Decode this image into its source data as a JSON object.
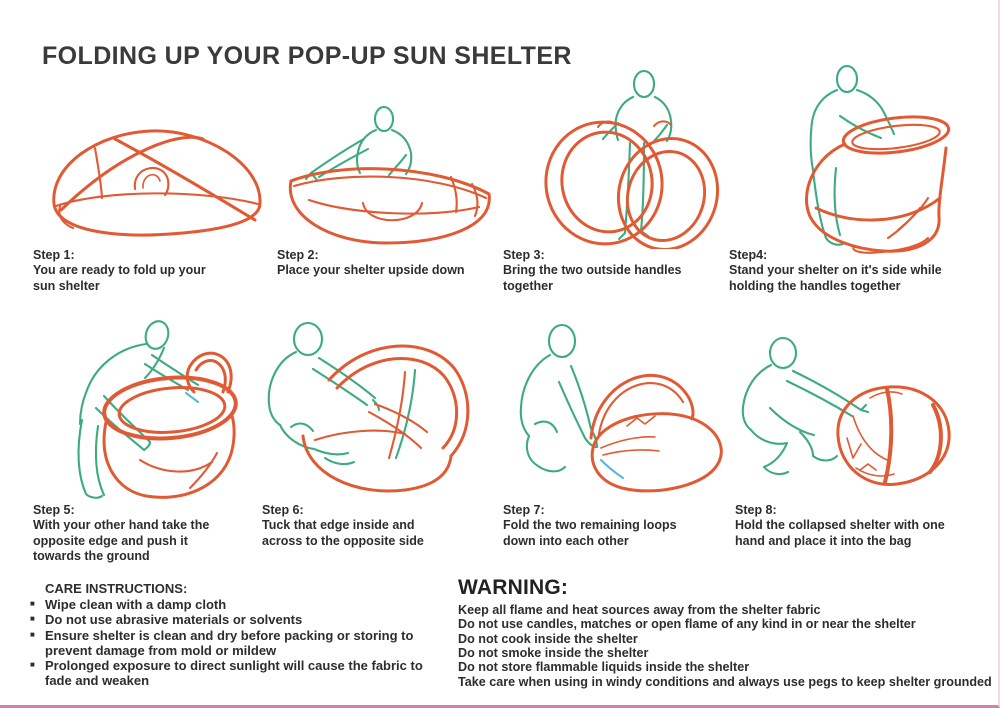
{
  "page": {
    "title": "FOLDING UP YOUR POP-UP SUN SHELTER",
    "colors": {
      "shelter": "#e05a33",
      "person": "#3cab80",
      "blue": "#58b9d6",
      "text": "#2d2d2d",
      "title": "#3a3a3a",
      "border": "#cf82ae",
      "border_light": "#f2d9e8"
    }
  },
  "steps": [
    {
      "label": "Step 1:",
      "text": "You are ready to fold up your sun shelter"
    },
    {
      "label": "Step 2:",
      "text": "Place your shelter upside down"
    },
    {
      "label": "Step 3:",
      "text": "Bring the two outside handles together"
    },
    {
      "label": "Step4:",
      "text": "Stand your shelter on it's side while holding the handles together"
    },
    {
      "label": "Step 5:",
      "text": "With your other hand take the opposite edge and push it towards the ground"
    },
    {
      "label": "Step 6:",
      "text": "Tuck that edge inside and across to the opposite side"
    },
    {
      "label": "Step 7:",
      "text": "Fold the two remaining loops down into each other"
    },
    {
      "label": "Step 8:",
      "text": "Hold the collapsed shelter with one hand and place it into the bag"
    }
  ],
  "care": {
    "title": "CARE INSTRUCTIONS:",
    "items": [
      "Wipe clean with a damp cloth",
      "Do not use abrasive materials or solvents",
      "Ensure shelter is clean and dry before packing or storing to prevent damage from mold or mildew",
      "Prolonged exposure to direct sunlight will cause the fabric to fade and weaken"
    ]
  },
  "warning": {
    "title": "WARNING:",
    "items": [
      "Keep all flame and heat sources away from the shelter fabric",
      "Do not use candles, matches or open flame of any kind in or near the shelter",
      "Do not cook inside the shelter",
      "Do not smoke inside the shelter",
      "Do not store flammable liquids inside the shelter",
      "Take care when using in windy conditions and always use pegs to keep shelter grounded"
    ]
  }
}
